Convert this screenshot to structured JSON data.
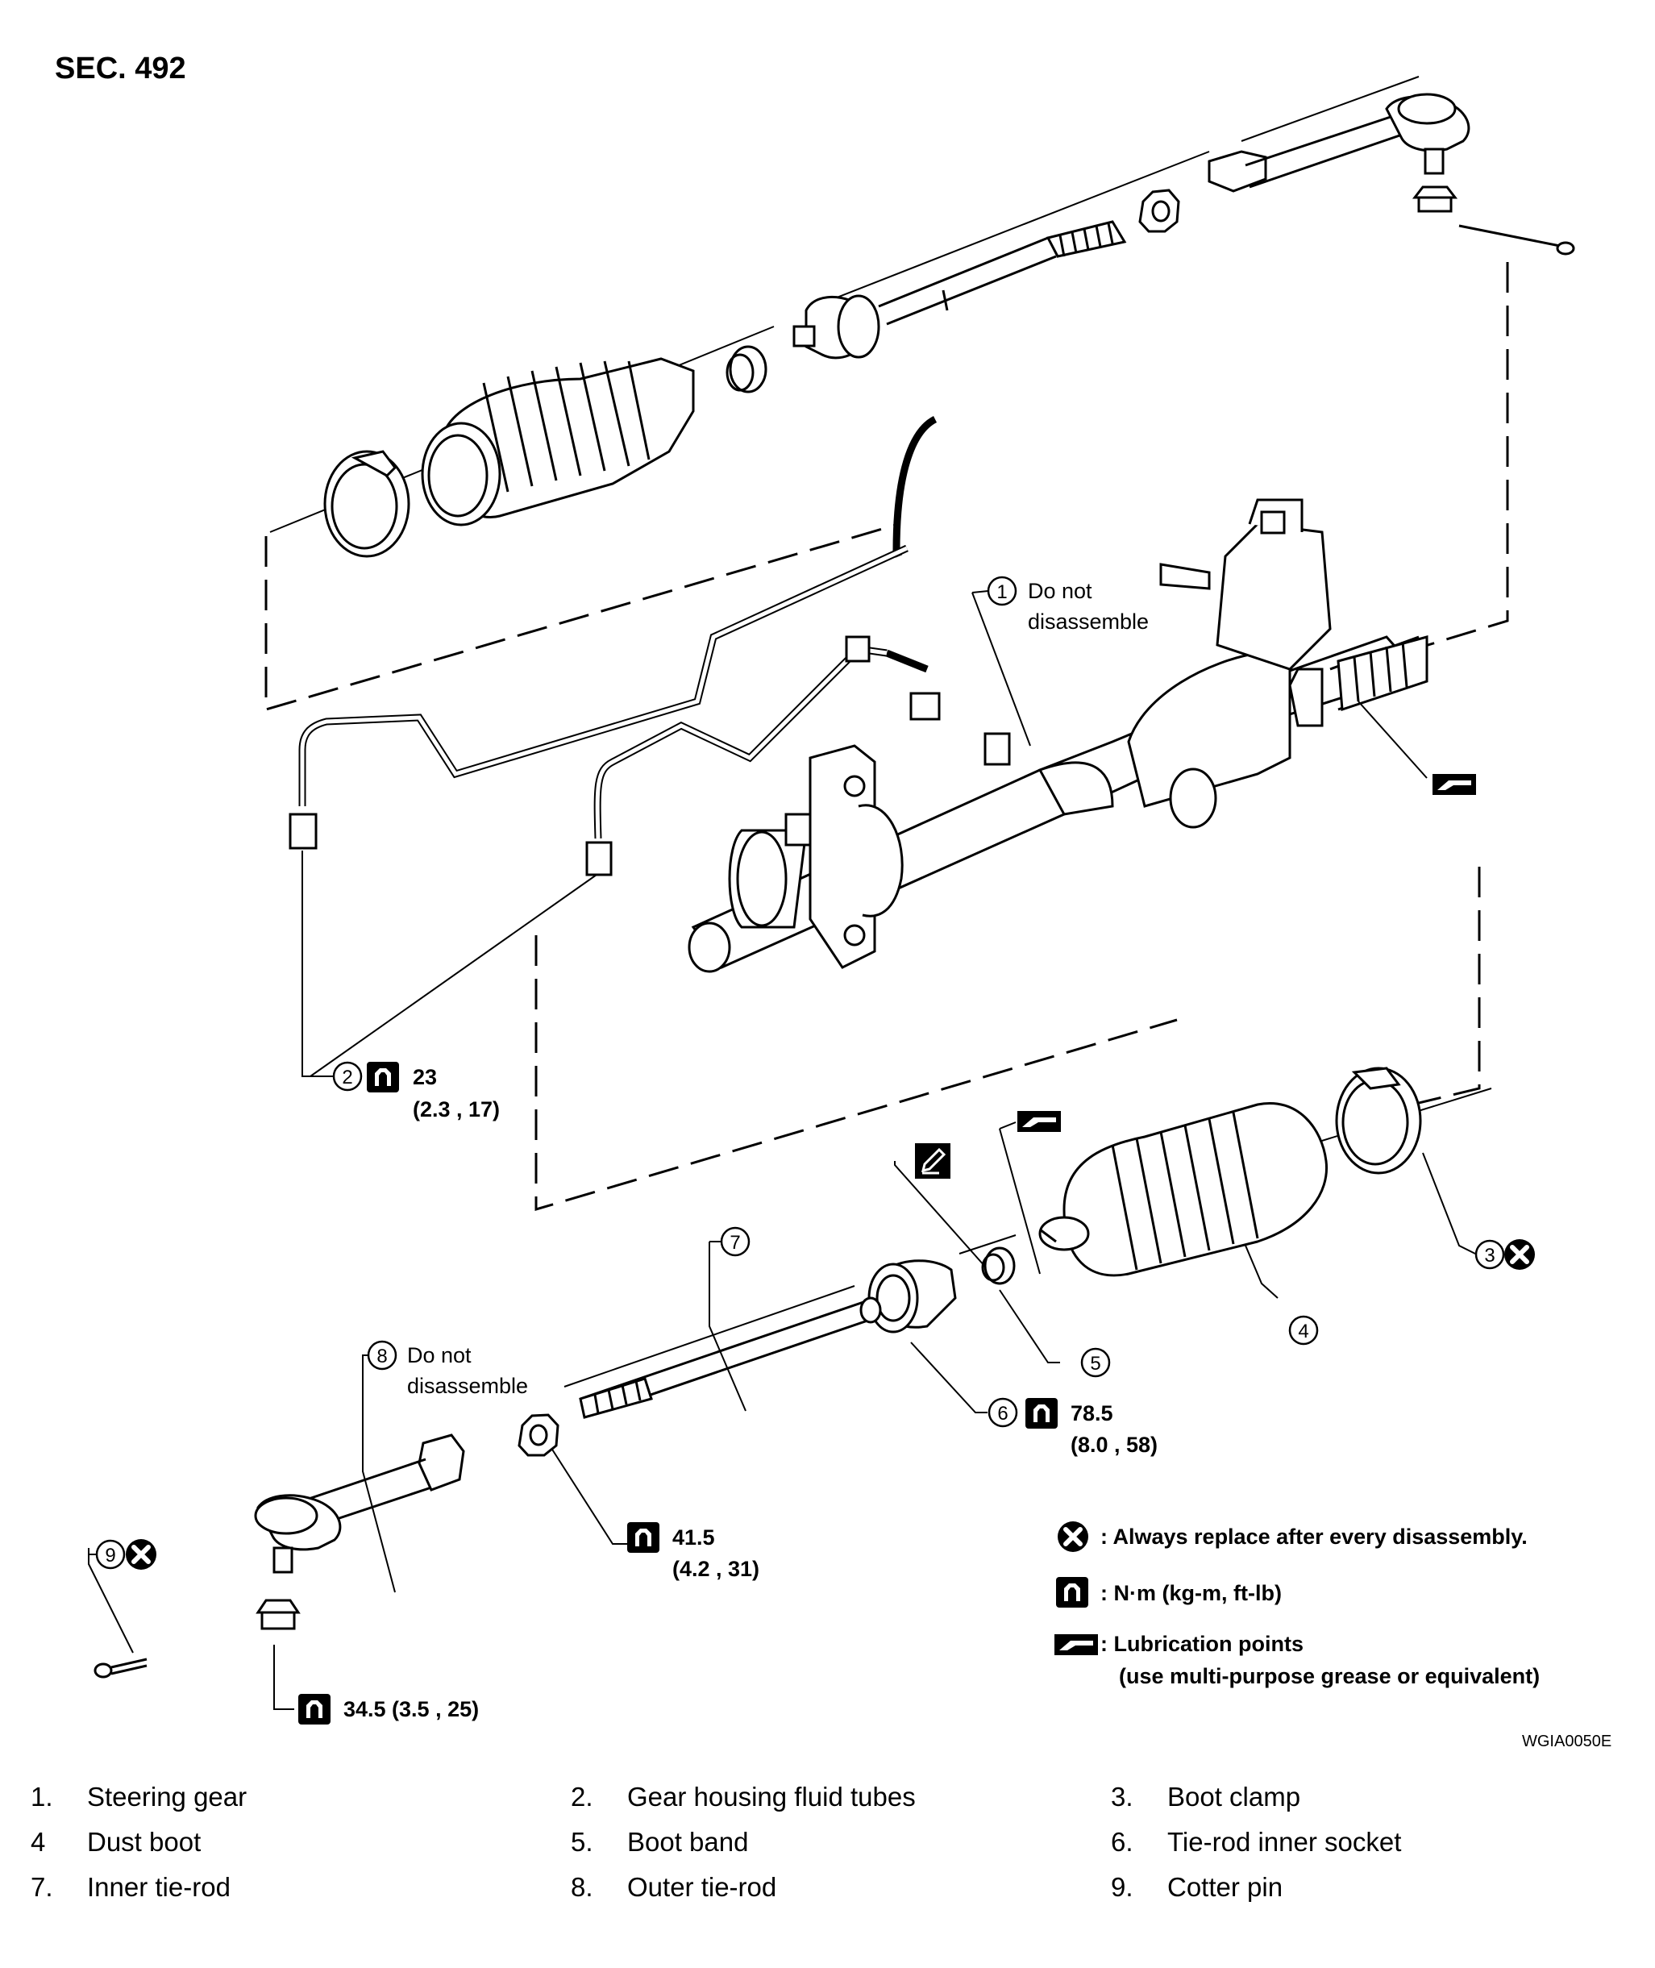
{
  "header": {
    "section": "SEC. 492"
  },
  "figure_id": "WGIA0050E",
  "callouts": {
    "c1": {
      "num": "1",
      "line1": "Do not",
      "line2": "disassemble"
    },
    "c2": {
      "num": "2",
      "torque": "23",
      "torque_alt": "(2.3 , 17)"
    },
    "c3": {
      "num": "3"
    },
    "c4": {
      "num": "4"
    },
    "c5": {
      "num": "5"
    },
    "c6": {
      "num": "6",
      "torque": "78.5",
      "torque_alt": "(8.0 , 58)"
    },
    "c7": {
      "num": "7"
    },
    "c8": {
      "num": "8",
      "line1": "Do not",
      "line2": "disassemble"
    },
    "c9": {
      "num": "9"
    },
    "nut_torque": {
      "torque": "41.5",
      "torque_alt": "(4.2 , 31)"
    },
    "castle_torque": {
      "torque": "34.5 (3.5 , 25)"
    }
  },
  "symbol_legend": {
    "replace": ": Always replace after every disassembly.",
    "torque": ": N·m (kg-m, ft-lb)",
    "lube_1": ": Lubrication points",
    "lube_2": "(use multi-purpose grease or equivalent)"
  },
  "parts": [
    {
      "num": "1.",
      "name": "Steering gear"
    },
    {
      "num": "2.",
      "name": "Gear housing fluid tubes"
    },
    {
      "num": "3.",
      "name": "Boot clamp"
    },
    {
      "num": "4",
      "name": "Dust boot"
    },
    {
      "num": "5.",
      "name": "Boot band"
    },
    {
      "num": "6.",
      "name": "Tie-rod inner socket"
    },
    {
      "num": "7.",
      "name": "Inner tie-rod"
    },
    {
      "num": "8.",
      "name": "Outer tie-rod"
    },
    {
      "num": "9.",
      "name": "Cotter pin"
    }
  ]
}
